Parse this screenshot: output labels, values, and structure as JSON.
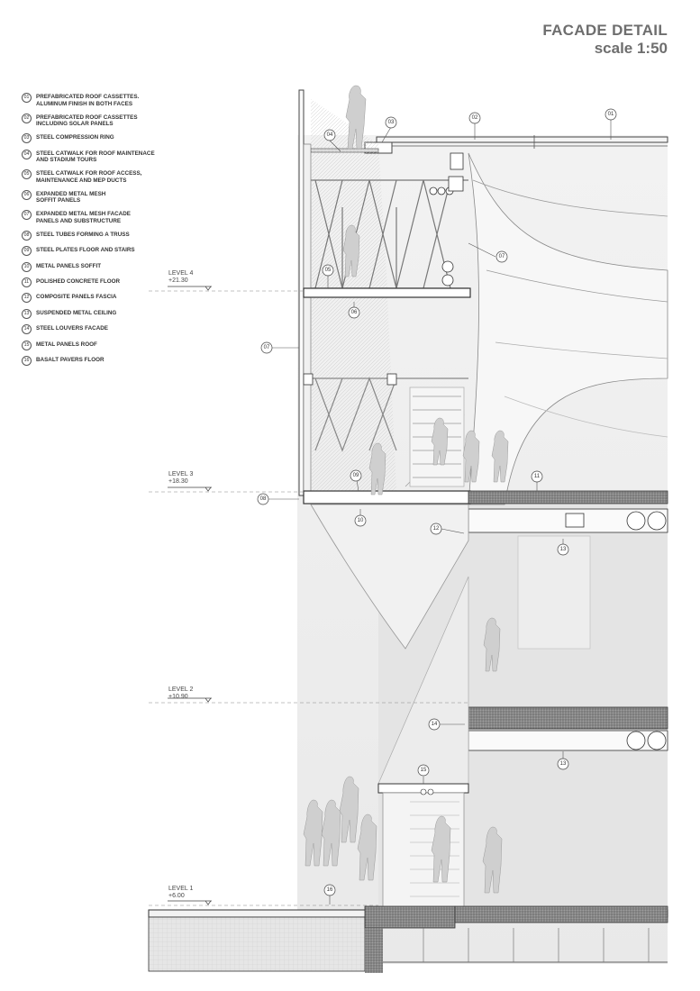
{
  "title": {
    "line1": "FACADE DETAIL",
    "line2": "scale 1:50"
  },
  "legend": [
    {
      "num": "01",
      "line1": "PREFABRICATED ROOF CASSETTES.",
      "line2": "ALUMINUM FINISH IN BOTH FACES"
    },
    {
      "num": "02",
      "line1": "PREFABRICATED ROOF CASSETTES",
      "line2": "INCLUDING SOLAR PANELS"
    },
    {
      "num": "03",
      "line1": "STEEL COMPRESSION RING",
      "line2": ""
    },
    {
      "num": "04",
      "line1": "STEEL CATWALK FOR ROOF MAINTENACE",
      "line2": "AND STADIUM TOURS"
    },
    {
      "num": "05",
      "line1": "STEEL CATWALK FOR ROOF ACCESS,",
      "line2": "MAINTENANCE AND MEP DUCTS"
    },
    {
      "num": "06",
      "line1": "EXPANDED METAL MESH",
      "line2": "SOFFIT PANELS"
    },
    {
      "num": "07",
      "line1": "EXPANDED METAL MESH FACADE",
      "line2": "PANELS AND SUBSTRUCTURE"
    },
    {
      "num": "08",
      "line1": "STEEL TUBES FORMING A TRUSS",
      "line2": ""
    },
    {
      "num": "09",
      "line1": "STEEL PLATES FLOOR AND STAIRS",
      "line2": ""
    },
    {
      "num": "10",
      "line1": "METAL PANELS SOFFIT",
      "line2": ""
    },
    {
      "num": "11",
      "line1": "POLISHED CONCRETE FLOOR",
      "line2": ""
    },
    {
      "num": "12",
      "line1": "COMPOSITE PANELS FASCIA",
      "line2": ""
    },
    {
      "num": "13",
      "line1": "SUSPENDED METAL CEILING",
      "line2": ""
    },
    {
      "num": "14",
      "line1": "STEEL LOUVERS FACADE",
      "line2": ""
    },
    {
      "num": "15",
      "line1": "METAL PANELS ROOF",
      "line2": ""
    },
    {
      "num": "16",
      "line1": "BASALT PAVERS FLOOR",
      "line2": ""
    }
  ],
  "levels": [
    {
      "name": "LEVEL 4",
      "elev": "+21.30"
    },
    {
      "name": "LEVEL 3",
      "elev": "+18.30"
    },
    {
      "name": "LEVEL 2",
      "elev": "+10.90"
    },
    {
      "name": "LEVEL 1",
      "elev": "+6.00"
    }
  ],
  "tags": {
    "t01": "01",
    "t02": "02",
    "t03": "03",
    "t04": "04",
    "t05": "05",
    "t06": "06",
    "t07a": "07",
    "t07b": "07",
    "t08": "08",
    "t09": "09",
    "t10": "10",
    "t11": "11",
    "t12": "12",
    "t13a": "13",
    "t13b": "13",
    "t14": "14",
    "t15": "15",
    "t16": "16"
  }
}
